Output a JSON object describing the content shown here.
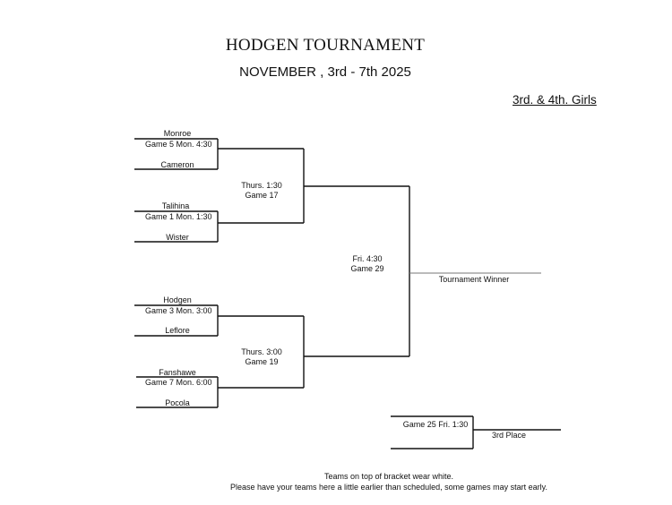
{
  "header": {
    "title": "HODGEN TOURNAMENT",
    "dates": "NOVEMBER , 3rd - 7th   2025",
    "division": "3rd. & 4th.  Girls"
  },
  "teams": {
    "monroe": "Monroe",
    "cameron": "Cameron",
    "talihina": "Talihina",
    "wister": "Wister",
    "hodgen": "Hodgen",
    "leflore": "Leflore",
    "fanshawe": "Fanshawe",
    "pocola": "Pocola"
  },
  "games": {
    "game5": "Game 5  Mon. 4:30",
    "game1": "Game 1  Mon. 1:30",
    "game3": "Game 3  Mon. 3:00",
    "game7": "Game 7  Mon. 6:00",
    "game17_time": "Thurs.  1:30",
    "game17_name": "Game 17",
    "game19_time": "Thurs. 3:00",
    "game19_name": "Game 19",
    "game29_time": "Fri.  4:30",
    "game29_name": "Game 29",
    "game25": "Game 25 Fri. 1:30"
  },
  "results": {
    "winner": "Tournament Winner",
    "third_place": "3rd Place"
  },
  "notes": {
    "line1": "Teams on top of bracket wear white.",
    "line2": "Please have your teams here a little earlier than scheduled, some games may start early."
  }
}
